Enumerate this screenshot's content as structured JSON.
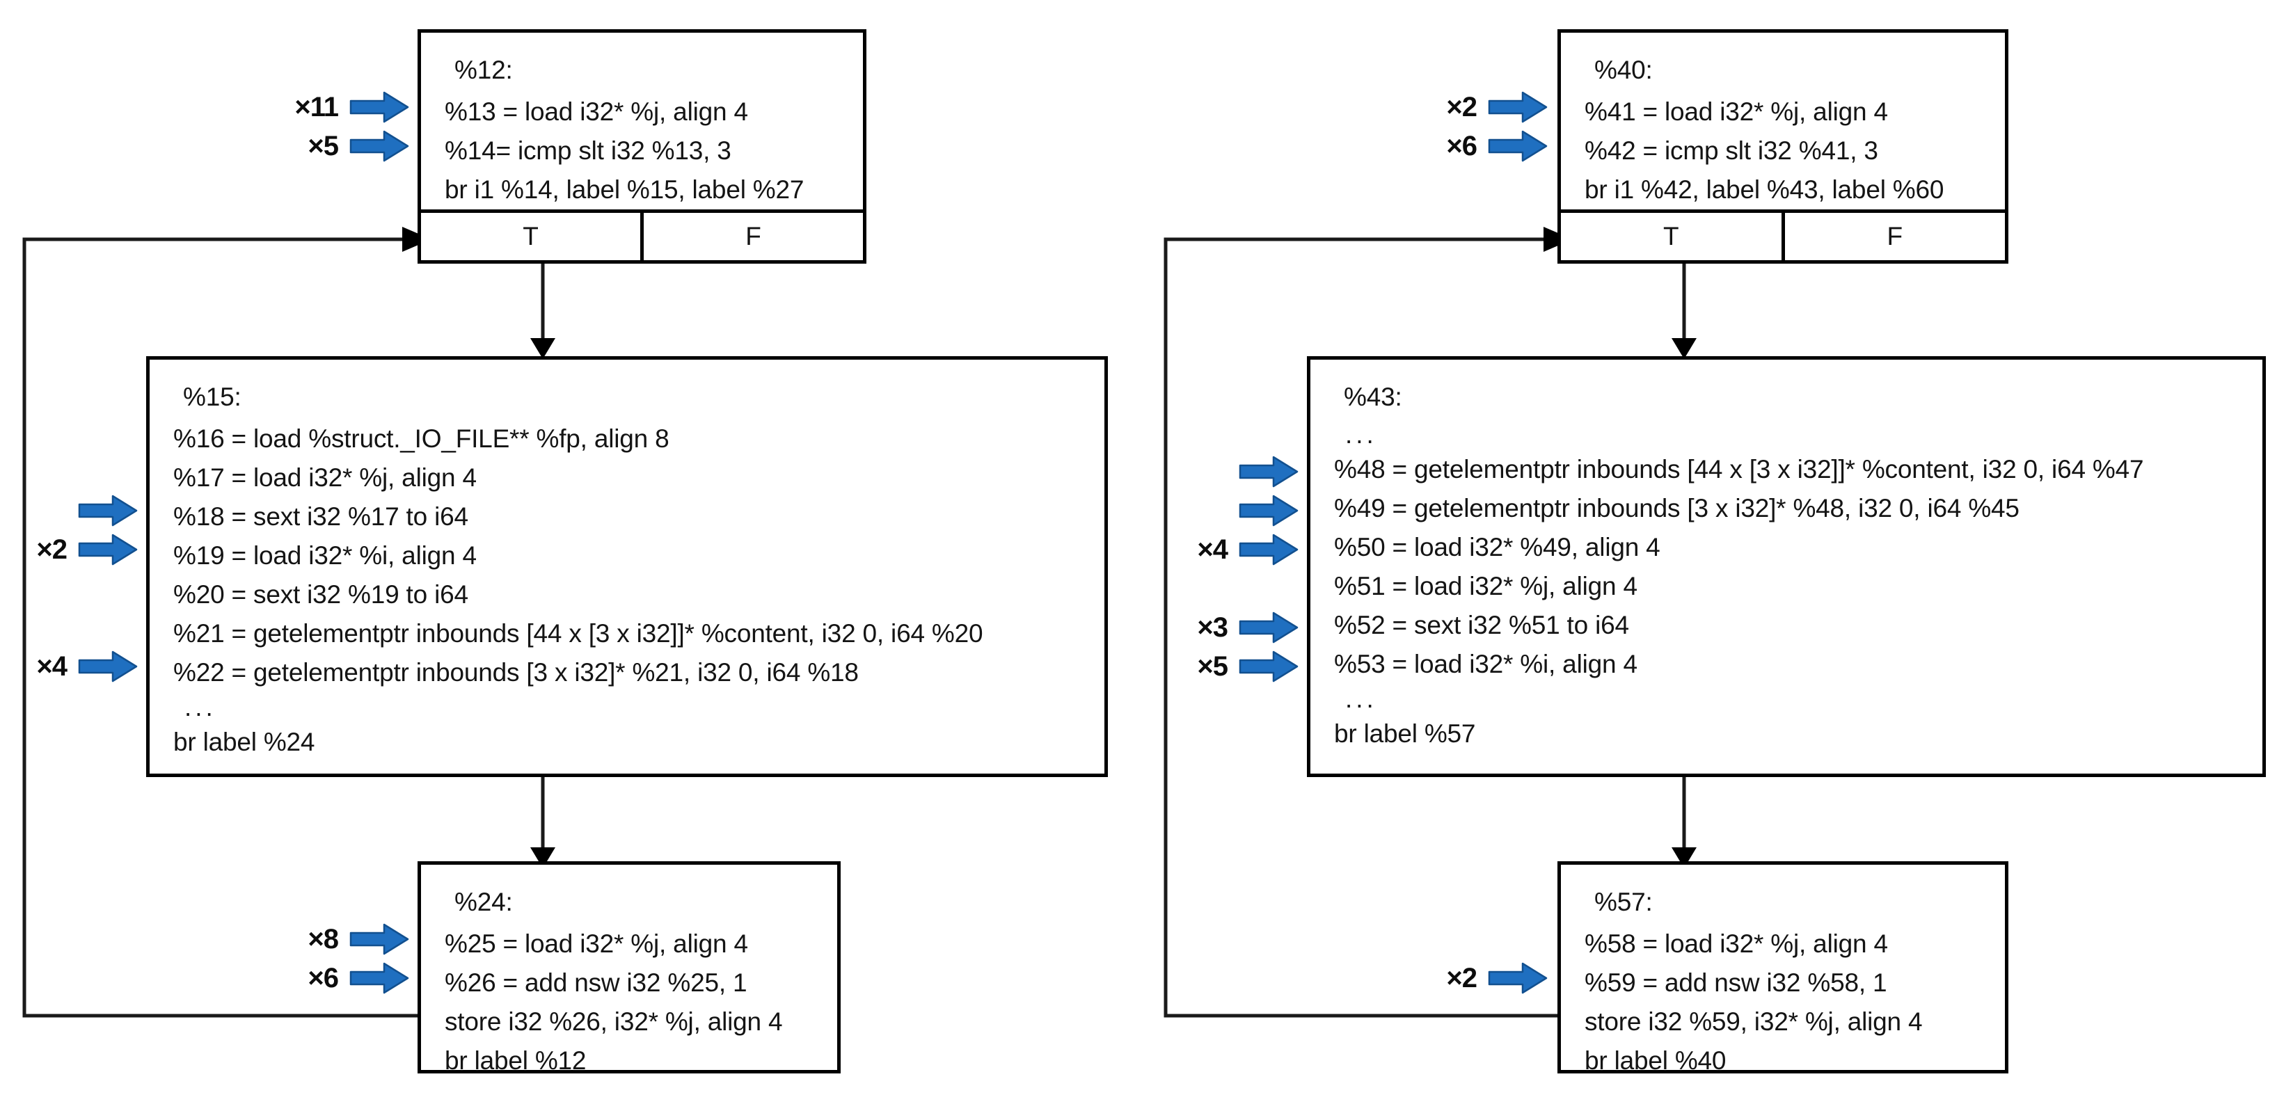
{
  "diagram": {
    "title": "LLVM control-flow graph with instruction multiplicities",
    "colors": {
      "arrow_blue": "#1F6FC0",
      "arrow_blue_dark": "#12508F",
      "box_border": "#000000",
      "text": "#141414"
    },
    "branch_labels": {
      "true": "T",
      "false": "F"
    }
  },
  "graphs": [
    {
      "id": "left-cfg",
      "blocks": [
        {
          "id": "bb12",
          "label": "%12:",
          "lines": [
            "%13 = load i32* %j, align 4",
            "%14= icmp slt i32 %13, 3",
            "br i1 %14, label %15, label %27"
          ],
          "branch": true,
          "annotations": [
            {
              "count": "×11",
              "target_line": 0
            },
            {
              "count": "×5",
              "target_line": 1
            }
          ]
        },
        {
          "id": "bb15",
          "label": "%15:",
          "lines": [
            "%16 = load %struct._IO_FILE** %fp, align 8",
            "%17 = load i32* %j, align 4",
            "%18 = sext i32 %17 to i64",
            "%19 = load i32* %i, align 4",
            "%20 = sext i32 %19 to i64",
            "%21 = getelementptr inbounds [44 x [3 x i32]]* %content, i32 0, i64 %20",
            "%22 = getelementptr inbounds [3 x i32]* %21, i32 0, i64 %18",
            "...",
            "br label %24"
          ],
          "branch": false,
          "annotations": [
            {
              "count": "",
              "target_line": 2
            },
            {
              "count": "×2",
              "target_line": 3
            },
            {
              "count": "×4",
              "target_line": 6
            }
          ]
        },
        {
          "id": "bb24",
          "label": "%24:",
          "lines": [
            "%25 = load i32* %j, align 4",
            "%26 = add nsw i32 %25, 1",
            "store i32 %26, i32* %j, align 4",
            "br label %12"
          ],
          "branch": false,
          "annotations": [
            {
              "count": "×8",
              "target_line": 0
            },
            {
              "count": "×6",
              "target_line": 1
            }
          ]
        }
      ]
    },
    {
      "id": "right-cfg",
      "blocks": [
        {
          "id": "bb40",
          "label": "%40:",
          "lines": [
            "%41 = load i32* %j, align 4",
            "%42 = icmp slt i32 %41, 3",
            "br i1 %42, label %43, label %60"
          ],
          "branch": true,
          "annotations": [
            {
              "count": "×2",
              "target_line": 0
            },
            {
              "count": "×6",
              "target_line": 1
            }
          ]
        },
        {
          "id": "bb43",
          "label": "%43:",
          "lines": [
            "...",
            "%48 = getelementptr inbounds [44 x [3 x i32]]* %content, i32 0, i64 %47",
            "%49 = getelementptr inbounds [3 x i32]* %48, i32 0, i64 %45",
            "%50 = load i32* %49, align 4",
            "%51 = load i32* %j, align 4",
            "%52 = sext i32 %51 to i64",
            "%53 = load i32* %i, align 4",
            "...",
            "br label %57"
          ],
          "branch": false,
          "annotations": [
            {
              "count": "",
              "target_line": 1
            },
            {
              "count": "",
              "target_line": 2
            },
            {
              "count": "×4",
              "target_line": 3
            },
            {
              "count": "×3",
              "target_line": 5
            },
            {
              "count": "×5",
              "target_line": 6
            }
          ]
        },
        {
          "id": "bb57",
          "label": "%57:",
          "lines": [
            "%58 = load i32* %j, align 4",
            "%59 = add nsw i32 %58, 1",
            "store i32 %59, i32* %j, align 4",
            "br label %40"
          ],
          "branch": false,
          "annotations": [
            {
              "count": "×2",
              "target_line": 1
            }
          ]
        }
      ]
    }
  ]
}
